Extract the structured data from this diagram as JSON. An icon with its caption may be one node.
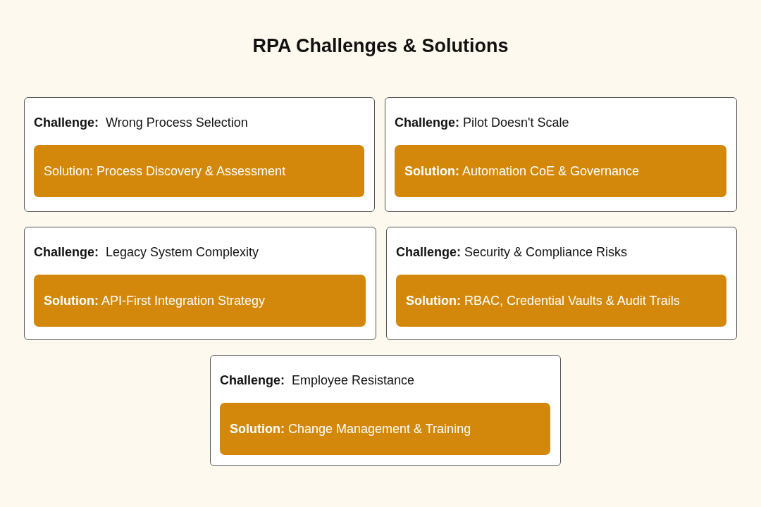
{
  "diagram": {
    "title": "RPA Challenges & Solutions",
    "nodes": [
      {
        "text": [
          "**Challenge:**  Wrong Process Selection"
        ]
      },
      {
        "text": [
          "Solution: Process Discovery & Assessment"
        ],
        "in": 0
      },
      {
        "text": [
          "**Challenge:** Pilot Doesn't Scale"
        ]
      },
      {
        "text": [
          "**Solution:** Automation CoE & Governance"
        ],
        "in": 2
      },
      {
        "text": [
          "**Challenge:**  Legacy System Complexity"
        ]
      },
      {
        "text": [
          "**Solution:** API-First Integration Strategy"
        ],
        "in": 4
      },
      {
        "text": [
          "**Challenge:** Security & Compliance Risks"
        ]
      },
      {
        "text": [
          "**Solution:** RBAC, Credential Vaults & Audit Trails"
        ],
        "in": 6
      },
      {
        "text": [
          "**Challenge:**  Employee Resistance"
        ]
      },
      {
        "text": [
          "**Solution:** Change Management & Training"
        ],
        "in": 8
      }
    ],
    "edges": []
  }
}
